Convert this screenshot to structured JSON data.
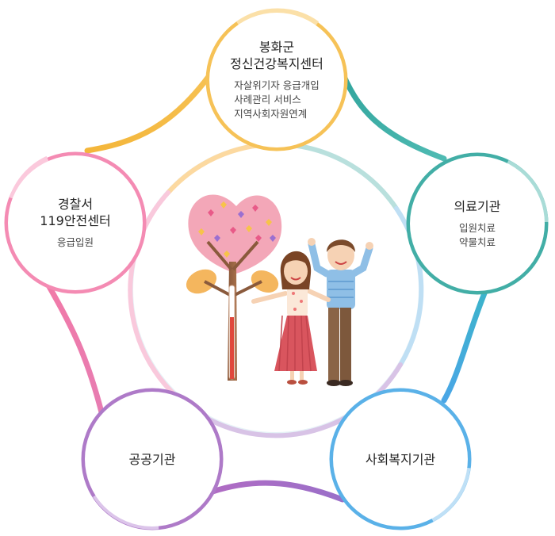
{
  "nodes": {
    "top": {
      "title": [
        "봉화군",
        "정신건강복지센터"
      ],
      "desc": [
        "자살위기자 응급개입",
        "사례관리 서비스",
        "지역사회자원연계"
      ]
    },
    "left": {
      "title": [
        "경찰서",
        "119안전센터"
      ],
      "desc": [
        "응급입원"
      ]
    },
    "right": {
      "title": [
        "의료기관"
      ],
      "desc": [
        "입원치료",
        "약물치료"
      ]
    },
    "bottom_left": {
      "title": [
        "공공기관"
      ],
      "desc": []
    },
    "bottom_right": {
      "title": [
        "사회복지기관"
      ],
      "desc": []
    }
  },
  "colors": {
    "top": "#f6b93b",
    "right": "#3aa99f",
    "bottom_right": "#5bb0e8",
    "bottom_left": "#a975c4",
    "left": "#f27aa6"
  },
  "illustration": {
    "subject": "heart-tree-couple"
  }
}
